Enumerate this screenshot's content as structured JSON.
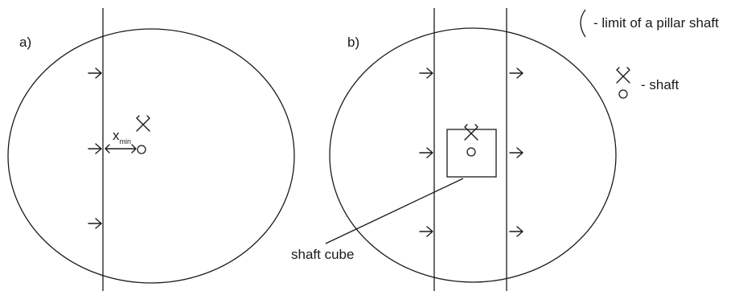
{
  "diagram": {
    "panel_a": {
      "label": "a)",
      "distance_var": "x",
      "distance_sub": "min"
    },
    "panel_b": {
      "label": "b)",
      "box_label": "shaft cube"
    },
    "legend": {
      "limit_text": "- limit of a pillar shaft",
      "shaft_text": "- shaft"
    }
  }
}
